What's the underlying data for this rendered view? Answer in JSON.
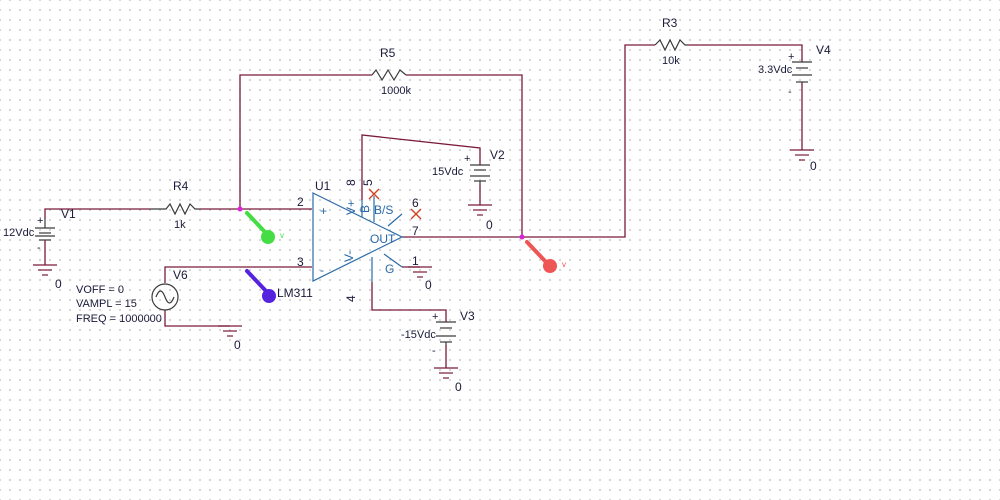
{
  "components": {
    "R5": {
      "ref": "R5",
      "value": "1000k"
    },
    "R4": {
      "ref": "R4",
      "value": "1k"
    },
    "R3": {
      "ref": "R3",
      "value": "10k"
    },
    "V1": {
      "ref": "V1",
      "value": "12Vdc"
    },
    "V2": {
      "ref": "V2",
      "value": "15Vdc"
    },
    "V3": {
      "ref": "V3",
      "value": "-15Vdc"
    },
    "V4": {
      "ref": "V4",
      "value": "3.3Vdc"
    },
    "V6": {
      "ref": "V6",
      "voff": "VOFF = 0",
      "vampl": "VAMPL = 15",
      "freq": "FREQ = 1000000"
    },
    "U1": {
      "ref": "U1",
      "part": "LM311",
      "plus": "+",
      "minus": "-",
      "vplus": "V+",
      "vminus": "V-",
      "bs": "B/S",
      "out": "OUT",
      "g": "G",
      "b": "B"
    }
  },
  "pins": {
    "p2": "2",
    "p3": "3",
    "p8": "8",
    "p5": "5",
    "p6": "6",
    "p7": "7",
    "p1": "1",
    "p4": "4"
  },
  "ground_label": "0",
  "probe_label": "v",
  "colors": {
    "wire": "#7a1a3a",
    "opamp": "#2a6aa8",
    "probe_green": "#44dd44",
    "probe_red": "#ee5555",
    "probe_blue": "#5522dd",
    "node": "#dd22dd"
  }
}
